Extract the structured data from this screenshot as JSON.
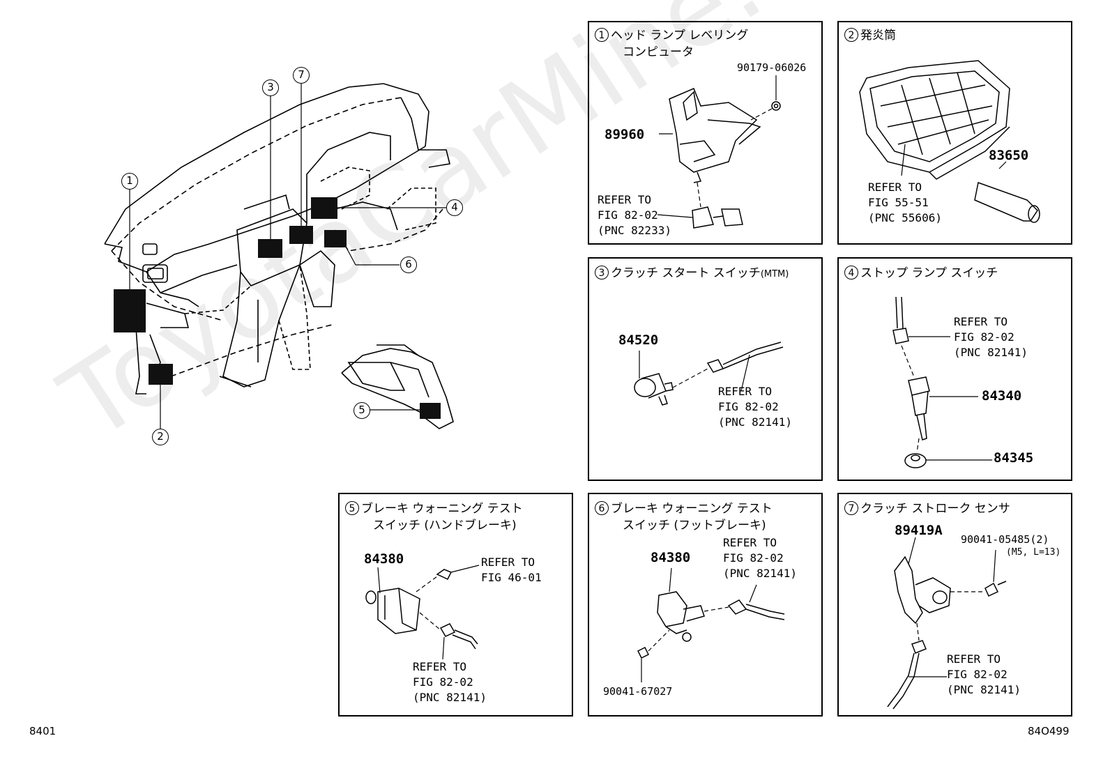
{
  "watermark": "ToyotaCarMine.ru",
  "footer": {
    "left": "8401",
    "right": "84O499"
  },
  "overview": {
    "callouts": [
      "1",
      "2",
      "3",
      "4",
      "5",
      "6",
      "7"
    ]
  },
  "panels": [
    {
      "num": "1",
      "title_l1": "ヘッド ランプ レベリング",
      "title_l2": "コンピュータ",
      "parts": {
        "a": "89960",
        "b": "90179-06026"
      },
      "refer": "REFER TO\nFIG 82-02\n(PNC 82233)"
    },
    {
      "num": "2",
      "title_l1": "発炎筒",
      "title_l2": "",
      "parts": {
        "a": "83650"
      },
      "refer": "REFER TO\nFIG 55-51\n(PNC 55606)"
    },
    {
      "num": "3",
      "title_l1": "クラッチ スタート スイッチ",
      "title_suffix": "(MTM)",
      "parts": {
        "a": "84520"
      },
      "refer": "REFER TO\nFIG 82-02\n(PNC 82141)"
    },
    {
      "num": "4",
      "title_l1": "ストップ ランプ スイッチ",
      "parts": {
        "a": "84340",
        "b": "84345"
      },
      "refer": "REFER TO\nFIG 82-02\n(PNC 82141)"
    },
    {
      "num": "5",
      "title_l1": "ブレーキ ウォーニング テスト",
      "title_l2": "スイッチ (ハンドブレーキ)",
      "parts": {
        "a": "84380"
      },
      "refer": "REFER TO\nFIG 46-01",
      "refer2": "REFER TO\nFIG 82-02\n(PNC 82141)"
    },
    {
      "num": "6",
      "title_l1": "ブレーキ ウォーニング テスト",
      "title_l2": "スイッチ (フットブレーキ)",
      "parts": {
        "a": "84380",
        "b": "90041-67027"
      },
      "refer": "REFER TO\nFIG 82-02\n(PNC 82141)"
    },
    {
      "num": "7",
      "title_l1": "クラッチ ストローク センサ",
      "parts": {
        "a": "89419A",
        "b": "90041-05485(2)",
        "c": "(M5, L=13)"
      },
      "refer": "REFER TO\nFIG 82-02\n(PNC 82141)"
    }
  ]
}
